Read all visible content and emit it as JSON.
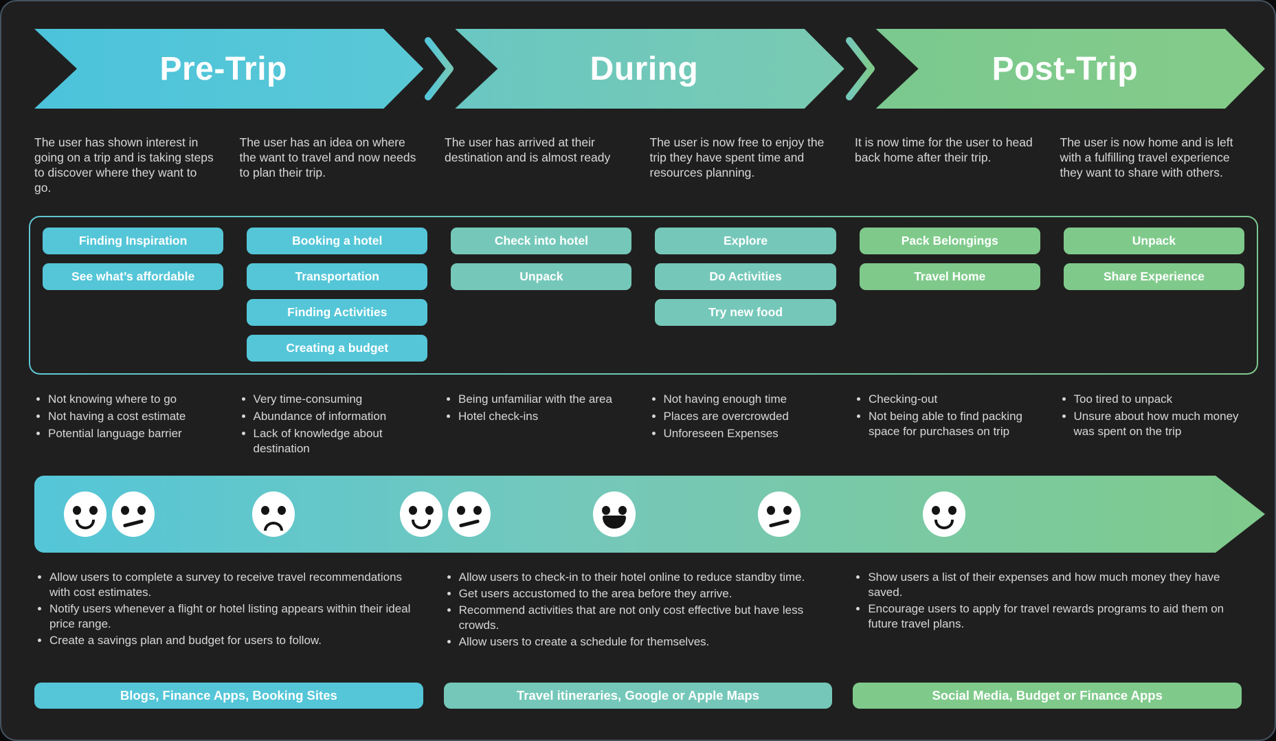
{
  "theme": {
    "cyan": "#54c6d8",
    "teal": "#75c8b9",
    "green": "#7fca8b",
    "panel_bg": "#201f1f",
    "text": "#d8d8d8",
    "frame_border": "#44525f"
  },
  "phases": [
    {
      "label": "Pre-Trip"
    },
    {
      "label": "During"
    },
    {
      "label": "Post-Trip"
    }
  ],
  "columns": [
    {
      "description": "The user has shown interest in going on a trip and is taking steps to discover where they want to go.",
      "actions": [
        "Finding Inspiration",
        "See what’s affordable"
      ],
      "pain_points": [
        "Not knowing where to go",
        "Not having a cost estimate",
        "Potential language barrier"
      ],
      "emotions": [
        "happy",
        "neutral"
      ]
    },
    {
      "description": "The user has an idea on where the want to travel and now needs to plan their trip.",
      "actions": [
        "Booking a hotel",
        "Transportation",
        "Finding Activities",
        "Creating a budget"
      ],
      "pain_points": [
        "Very time-consuming",
        "Abundance of information",
        "Lack of knowledge about destination"
      ],
      "emotions": [
        "sad"
      ]
    },
    {
      "description": "The user has arrived at their destination and is almost ready",
      "actions": [
        "Check into hotel",
        "Unpack"
      ],
      "pain_points": [
        "Being unfamiliar with the area",
        "Hotel check-ins"
      ],
      "emotions": [
        "happy",
        "neutral"
      ]
    },
    {
      "description": "The user is now free to enjoy the trip they have spent time and resources planning.",
      "actions": [
        "Explore",
        "Do Activities",
        "Try new food"
      ],
      "pain_points": [
        "Not having enough time",
        "Places are overcrowded",
        "Unforeseen Expenses"
      ],
      "emotions": [
        "grin"
      ]
    },
    {
      "description": "It is now time for the user to head back home after their trip.",
      "actions": [
        "Pack Belongings",
        "Travel Home"
      ],
      "pain_points": [
        "Checking-out",
        "Not being able to find packing space for purchases on trip"
      ],
      "emotions": [
        "neutral"
      ]
    },
    {
      "description": "The user is now home and is left with a fulfilling travel experience they want to share with others.",
      "actions": [
        "Unpack",
        "Share Experience"
      ],
      "pain_points": [
        "Too tired to unpack",
        "Unsure about how much money was spent on the trip"
      ],
      "emotions": [
        "happy"
      ]
    }
  ],
  "opportunities": [
    {
      "items": [
        "Allow users to complete a survey to receive travel recommendations with cost estimates.",
        "Notify users whenever a flight or hotel listing appears within their ideal price range.",
        "Create a savings plan and budget for users to follow."
      ]
    },
    {
      "items": [
        "Allow users to check-in  to their hotel online to reduce standby time.",
        "Get users accustomed to the area before they arrive.",
        "Recommend activities that are not only cost effective but have less crowds.",
        "Allow users to create a schedule for themselves."
      ]
    },
    {
      "items": [
        "Show users a list of their expenses and how much money they have saved.",
        "Encourage users to apply for travel rewards programs to aid them on future travel plans."
      ]
    }
  ],
  "touchpoints": [
    "Blogs, Finance Apps, Booking Sites",
    "Travel itineraries, Google or Apple Maps",
    "Social Media, Budget or Finance Apps"
  ]
}
